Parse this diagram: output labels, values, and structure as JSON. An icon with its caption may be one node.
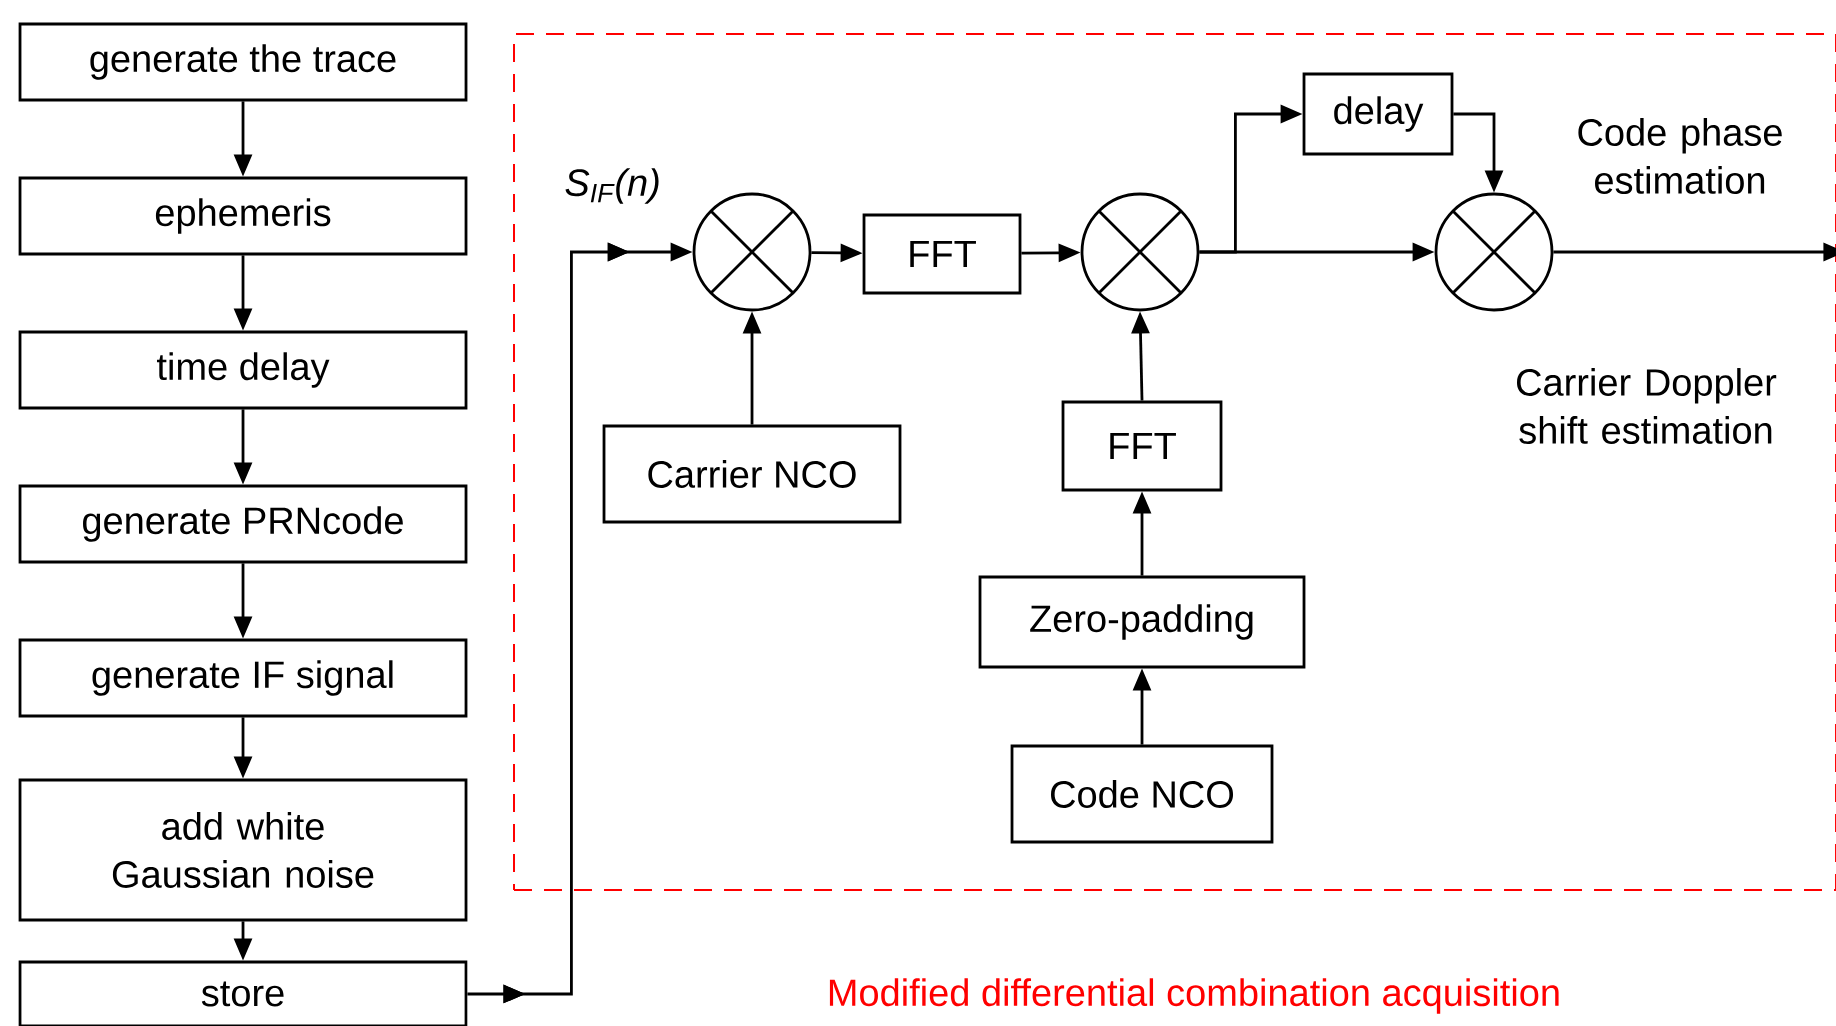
{
  "diagram": {
    "nodes": [
      {
        "text": [
          "generate the trace"
        ]
      },
      {
        "text": [
          "ephemeris"
        ]
      },
      {
        "text": [
          "time delay"
        ]
      },
      {
        "text": [
          "generate PRNcode"
        ]
      },
      {
        "text": [
          "generate IF signal"
        ]
      },
      {
        "text": [
          "add white Gaussian noise"
        ]
      },
      {
        "text": [
          "store"
        ]
      },
      {
        "text": [
          "Modified differential combination acquisition"
        ]
      },
      {
        "text": [],
        "shape": "circle",
        "in": 7
      },
      {
        "text": [
          "FFT"
        ],
        "in": 7
      },
      {
        "text": [],
        "shape": "circle",
        "in": 7
      },
      {
        "text": [
          "delay"
        ],
        "in": 7
      },
      {
        "text": [],
        "shape": "circle",
        "in": 7
      },
      {
        "text": [
          "Carrier NCO"
        ],
        "in": 7
      },
      {
        "text": [
          "FFT"
        ],
        "in": 7
      },
      {
        "text": [
          "Zero-padding"
        ],
        "in": 7
      },
      {
        "text": [
          "Code NCO"
        ],
        "in": 7
      }
    ],
    "edges": [
      {
        "from": 0,
        "to": 1,
        "arrow": "to"
      },
      {
        "from": 1,
        "to": 2,
        "arrow": "to"
      },
      {
        "from": 2,
        "to": 3,
        "arrow": "to"
      },
      {
        "from": 3,
        "to": 4,
        "arrow": "to"
      },
      {
        "from": 4,
        "to": 5,
        "arrow": "to"
      },
      {
        "from": 5,
        "to": 6,
        "arrow": "to"
      },
      {
        "from": 6,
        "to": 8,
        "arrow": "to",
        "label": "S$_{IF}$(n)"
      },
      {
        "from": 13,
        "to": 8,
        "arrow": "to"
      },
      {
        "from": 8,
        "to": 9,
        "arrow": "to"
      },
      {
        "from": 9,
        "to": 10,
        "arrow": "to"
      },
      {
        "from": 14,
        "to": 10,
        "arrow": "to"
      },
      {
        "from": 15,
        "to": 14,
        "arrow": "to"
      },
      {
        "from": 16,
        "to": 15,
        "arrow": "to"
      },
      {
        "from": 10,
        "to": 11,
        "arrow": "to"
      },
      {
        "from": 10,
        "to": 12,
        "arrow": "to"
      },
      {
        "from": 11,
        "to": 12,
        "arrow": "to"
      },
      {
        "from": 12,
        "to": null,
        "arrow": "to"
      }
    ],
    "labels": [
      "Code phase estimation",
      "Carrier Doppler shift estimation"
    ]
  }
}
